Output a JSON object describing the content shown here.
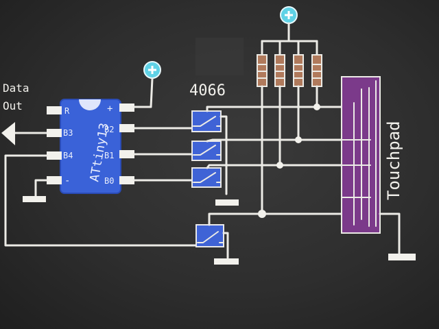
{
  "labels": {
    "data_line1": "Data",
    "data_line2": "Out",
    "chip_name": "ATtiny13",
    "switch_chip": "4066",
    "touchpad": "Touchpad",
    "plus_symbol": "+",
    "pin_r": "R",
    "pin_b3": "B3",
    "pin_b4": "B4",
    "pin_minus": "-",
    "pin_plus": "+",
    "pin_b2": "B2",
    "pin_b1": "B1",
    "pin_b0": "B0"
  },
  "colors": {
    "board": "#2e2e2e",
    "chalk": "#ecebe6",
    "chip": "#3a62d8",
    "switch_fill": "#3f63d6",
    "resistor": "#b07a5c",
    "touchpad": "#7b3a8a",
    "power_symbol": "#5fd2e6"
  },
  "icons": [
    "power-supply-icon",
    "ground-icon",
    "data-out-arrow-icon"
  ]
}
